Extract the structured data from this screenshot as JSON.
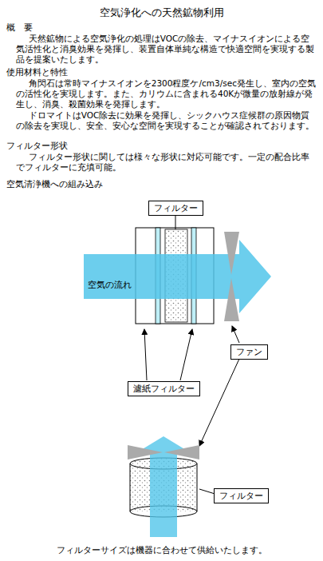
{
  "diagram": {
    "title": "空気浄化への天然鉱物利用",
    "caption": "フィルターサイズは機器に合わせて供給いたします。",
    "nodes": [
      {
        "text": [
          "フィルター"
        ]
      },
      {
        "text": [
          "ファン"
        ]
      },
      {
        "text": [
          "濾紙フィルター"
        ]
      },
      {
        "text": [
          "フィルター"
        ]
      }
    ],
    "labels": [
      "概　要",
      "天然鉱物による空気浄化の処理はVOCの除去、マイナスイオンによる空気活性化と消臭効果を発揮し、装置自体単純な構造で快適空間を実現する製品を提案いたします。",
      "使用材料と特性",
      "角閃石は常時マイナスイオンを2300程度ケ/cm3/sec発生し、室内の空気の活性化を実現します。また、カリウムに含まれる40Kが微量の放射線が発生し、消臭、殺菌効果を発揮します。",
      "ドロマイトはVOC除去に効果を発揮し、シックハウス症候群の原因物質の除去を実現し、安全、安心な空間を実現することが確認されております。",
      "フィルター形状",
      "フィルター形状に関しては様々な形状に対応可能です。一定の配合比率でフィルターに充填可能。",
      "空気清浄機への組み込み",
      "空気の流れ"
    ]
  }
}
